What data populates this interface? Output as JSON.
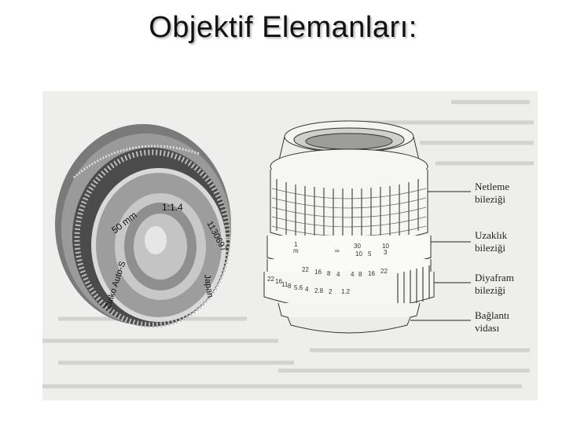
{
  "slide": {
    "title": "Objektif Elemanları:"
  },
  "lens_photo": {
    "focal_length": "50 mm",
    "aperture": "1:1.4",
    "serial": "1130697",
    "brand": "Zuiko Auto-S",
    "origin": "Japan"
  },
  "diagram": {
    "labels": [
      {
        "line1": "Netleme",
        "line2": "bileziği"
      },
      {
        "line1": "Uzaklık",
        "line2": "bileziği"
      },
      {
        "line1": "Diyafram",
        "line2": "bileziği"
      },
      {
        "line1": "Bağlantı",
        "line2": "vidası"
      }
    ],
    "distance_scale": {
      "marks": [
        "1",
        "m",
        "30",
        "10",
        "5",
        "10",
        "3"
      ],
      "infinity": "∞"
    },
    "depth_scale": [
      "22",
      "16",
      "8",
      "4",
      "4",
      "8",
      "16",
      "22"
    ],
    "aperture_scale": [
      "22",
      "16",
      "11",
      "8",
      "5.6",
      "4",
      "2.8",
      "2",
      "1.2"
    ]
  }
}
